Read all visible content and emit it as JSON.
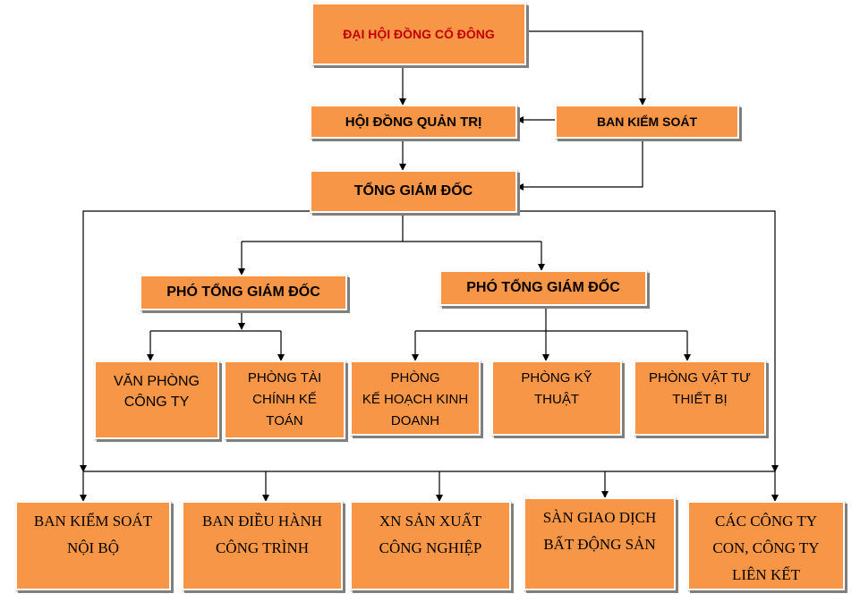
{
  "top": {
    "shareholders": "ĐẠI HỘI ĐỒNG CỔ ĐÔNG",
    "board": "HỘI ĐỒNG QUẢN TRỊ",
    "supervisory": "BAN KIỂM SOÁT",
    "ceo": "TỔNG GIÁM ĐỐC"
  },
  "deputies": [
    "PHÓ TỔNG GIÁM ĐỐC",
    "PHÓ TỔNG GIÁM ĐỐC"
  ],
  "departments": [
    [
      "VĂN PHÒNG",
      "CÔNG TY"
    ],
    [
      "PHÒNG TÀI",
      "CHÍNH KẾ",
      "TOÁN"
    ],
    [
      "PHÒNG",
      "KẾ HOẠCH KINH",
      "DOANH"
    ],
    [
      "PHÒNG KỸ",
      "THUẬT"
    ],
    [
      "PHÒNG VẬT TƯ",
      "THIẾT BỊ"
    ]
  ],
  "units": [
    [
      "BAN KIỂM SOÁT",
      "NỘI BỘ"
    ],
    [
      "BAN ĐIỀU HÀNH",
      "CÔNG TRÌNH"
    ],
    [
      "XN  SẢN XUẤT",
      "CÔNG NGHIỆP"
    ],
    [
      "SÀN GIAO DỊCH",
      "BẤT ĐỘNG SẢN"
    ],
    [
      "CÁC CÔNG TY",
      "CON, CÔNG TY",
      "LIÊN KẾT"
    ]
  ],
  "colors": {
    "box_fill": "#f79646",
    "title_text": "#c00000",
    "line": "#000000"
  }
}
